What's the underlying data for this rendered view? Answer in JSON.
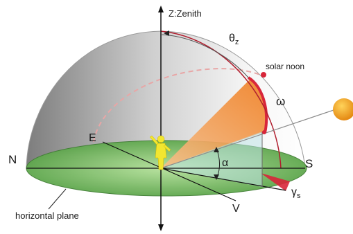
{
  "labels": {
    "zenith": "Z:Zenith",
    "theta_z": "θ",
    "theta_z_sub": "z",
    "solar_noon": "solar noon",
    "omega": "ω",
    "east": "E",
    "north": "N",
    "south": "S",
    "alpha": "α",
    "west": "V",
    "gamma_s": "γ",
    "gamma_s_sub": "s",
    "horizontal_plane": "horizontal plane"
  },
  "colors": {
    "dome_light": "#f4f4f4",
    "dome_dark": "#8c8c8c",
    "horizontal_plane": "#7cc36a",
    "sun_wedge": "#f08a2c",
    "noon_arc": "#d8263a",
    "sun": "#f3a11a",
    "figure": "#f2e630",
    "dashed_path": "#e8a6a6"
  }
}
